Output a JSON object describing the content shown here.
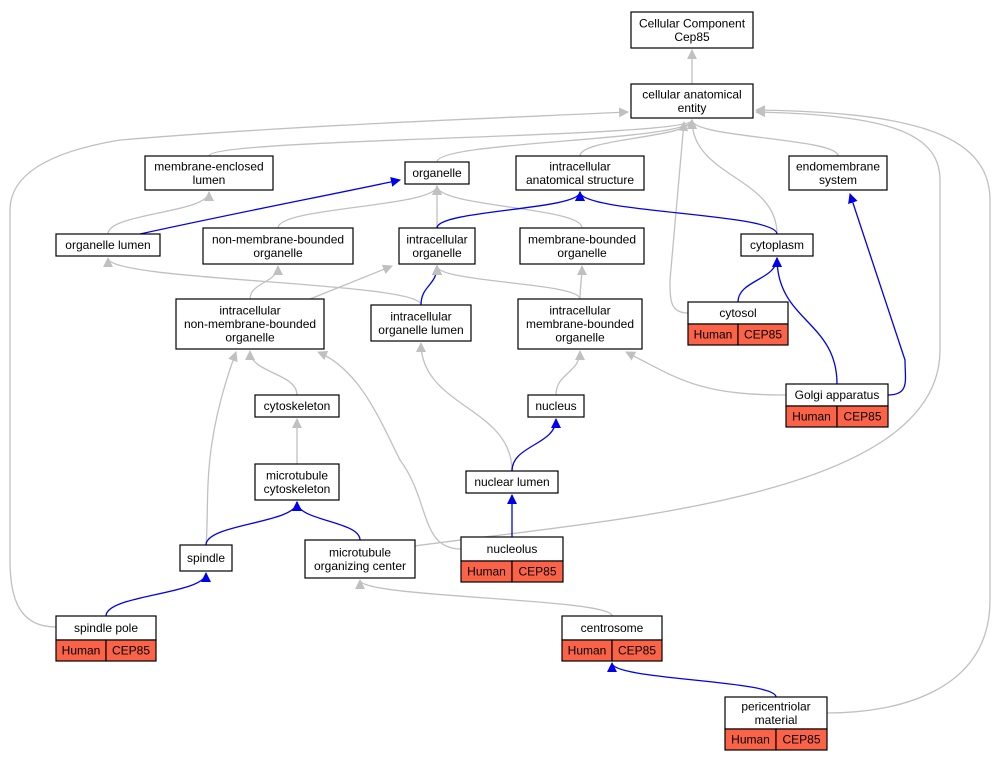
{
  "colors": {
    "is_a_edge": "#c0c0c0",
    "part_of_edge": "#0000ee",
    "annotation_fill": "#fa6348",
    "node_fill": "#ffffff",
    "node_border": "#000000"
  },
  "nodes": {
    "root": {
      "lines": [
        "Cellular Component",
        "Cep85"
      ]
    },
    "cae": {
      "lines": [
        "cellular anatomical",
        "entity"
      ]
    },
    "mel": {
      "lines": [
        "membrane-enclosed",
        "lumen"
      ]
    },
    "org": {
      "lines": [
        "organelle"
      ]
    },
    "ias": {
      "lines": [
        "intracellular",
        "anatomical structure"
      ]
    },
    "endo": {
      "lines": [
        "endomembrane",
        "system"
      ]
    },
    "olum": {
      "lines": [
        "organelle lumen"
      ]
    },
    "nmbo": {
      "lines": [
        "non-membrane-bounded",
        "organelle"
      ]
    },
    "io": {
      "lines": [
        "intracellular",
        "organelle"
      ]
    },
    "mbo": {
      "lines": [
        "membrane-bounded",
        "organelle"
      ]
    },
    "cyto": {
      "lines": [
        "cytoplasm"
      ]
    },
    "inmbo": {
      "lines": [
        "intracellular",
        "non-membrane-bounded",
        "organelle"
      ]
    },
    "iol": {
      "lines": [
        "intracellular",
        "organelle lumen"
      ]
    },
    "imbo": {
      "lines": [
        "intracellular",
        "membrane-bounded",
        "organelle"
      ]
    },
    "cytosol": {
      "lines": [
        "cytosol"
      ],
      "tags": [
        "Human",
        "CEP85"
      ]
    },
    "cytosk": {
      "lines": [
        "cytoskeleton"
      ]
    },
    "nucleus": {
      "lines": [
        "nucleus"
      ]
    },
    "golgi": {
      "lines": [
        "Golgi apparatus"
      ],
      "tags": [
        "Human",
        "CEP85"
      ]
    },
    "mtcyto": {
      "lines": [
        "microtubule",
        "cytoskeleton"
      ]
    },
    "nuclum": {
      "lines": [
        "nuclear lumen"
      ]
    },
    "spindle": {
      "lines": [
        "spindle"
      ]
    },
    "mtoc": {
      "lines": [
        "microtubule",
        "organizing center"
      ]
    },
    "nucleolus": {
      "lines": [
        "nucleolus"
      ],
      "tags": [
        "Human",
        "CEP85"
      ]
    },
    "spole": {
      "lines": [
        "spindle pole"
      ],
      "tags": [
        "Human",
        "CEP85"
      ]
    },
    "centro": {
      "lines": [
        "centrosome"
      ],
      "tags": [
        "Human",
        "CEP85"
      ]
    },
    "pcm": {
      "lines": [
        "pericentriolar",
        "material"
      ],
      "tags": [
        "Human",
        "CEP85"
      ]
    }
  },
  "edges": [
    {
      "from": "cae",
      "to": "root",
      "type": "is_a"
    },
    {
      "from": "mel",
      "to": "cae",
      "type": "is_a"
    },
    {
      "from": "org",
      "to": "cae",
      "type": "is_a"
    },
    {
      "from": "ias",
      "to": "cae",
      "type": "is_a"
    },
    {
      "from": "endo",
      "to": "cae",
      "type": "is_a"
    },
    {
      "from": "cyto",
      "to": "cae",
      "type": "is_a"
    },
    {
      "from": "cytosol",
      "to": "cae",
      "type": "is_a"
    },
    {
      "from": "spole",
      "to": "cae",
      "type": "is_a"
    },
    {
      "from": "mtoc",
      "to": "cae",
      "type": "is_a"
    },
    {
      "from": "pcm",
      "to": "cae",
      "type": "is_a"
    },
    {
      "from": "olum",
      "to": "mel",
      "type": "is_a"
    },
    {
      "from": "olum",
      "to": "org",
      "type": "part_of"
    },
    {
      "from": "nmbo",
      "to": "org",
      "type": "is_a"
    },
    {
      "from": "io",
      "to": "org",
      "type": "is_a"
    },
    {
      "from": "mbo",
      "to": "org",
      "type": "is_a"
    },
    {
      "from": "io",
      "to": "ias",
      "type": "part_of"
    },
    {
      "from": "cyto",
      "to": "ias",
      "type": "part_of"
    },
    {
      "from": "golgi",
      "to": "endo",
      "type": "part_of"
    },
    {
      "from": "iol",
      "to": "olum",
      "type": "is_a"
    },
    {
      "from": "inmbo",
      "to": "nmbo",
      "type": "is_a"
    },
    {
      "from": "inmbo",
      "to": "io",
      "type": "is_a"
    },
    {
      "from": "iol",
      "to": "io",
      "type": "part_of"
    },
    {
      "from": "imbo",
      "to": "io",
      "type": "is_a"
    },
    {
      "from": "imbo",
      "to": "mbo",
      "type": "is_a"
    },
    {
      "from": "cytosol",
      "to": "cyto",
      "type": "part_of"
    },
    {
      "from": "golgi",
      "to": "cyto",
      "type": "part_of"
    },
    {
      "from": "cytosk",
      "to": "inmbo",
      "type": "is_a"
    },
    {
      "from": "spindle",
      "to": "inmbo",
      "type": "is_a"
    },
    {
      "from": "nucleolus",
      "to": "inmbo",
      "type": "is_a"
    },
    {
      "from": "nuclum",
      "to": "iol",
      "type": "is_a"
    },
    {
      "from": "nucleus",
      "to": "imbo",
      "type": "is_a"
    },
    {
      "from": "golgi",
      "to": "imbo",
      "type": "is_a"
    },
    {
      "from": "mtcyto",
      "to": "cytosk",
      "type": "is_a"
    },
    {
      "from": "nuclum",
      "to": "nucleus",
      "type": "part_of"
    },
    {
      "from": "spindle",
      "to": "mtcyto",
      "type": "part_of"
    },
    {
      "from": "mtoc",
      "to": "mtcyto",
      "type": "part_of"
    },
    {
      "from": "nucleolus",
      "to": "nuclum",
      "type": "part_of"
    },
    {
      "from": "spole",
      "to": "spindle",
      "type": "part_of"
    },
    {
      "from": "centro",
      "to": "mtoc",
      "type": "is_a"
    },
    {
      "from": "pcm",
      "to": "centro",
      "type": "part_of"
    }
  ]
}
